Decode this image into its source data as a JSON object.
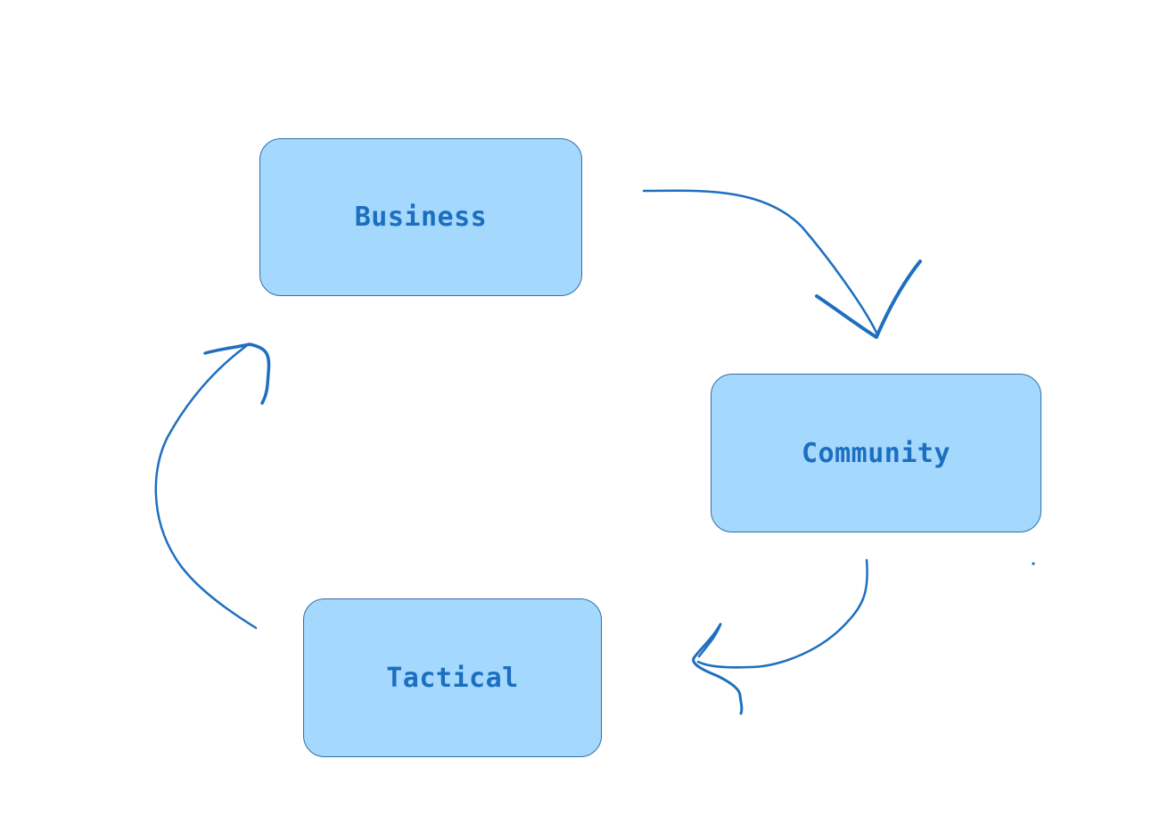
{
  "nodes": {
    "business": {
      "label": "Business"
    },
    "community": {
      "label": "Community"
    },
    "tactical": {
      "label": "Tactical"
    }
  },
  "edges": [
    {
      "from": "Business",
      "to": "Community"
    },
    {
      "from": "Community",
      "to": "Tactical"
    },
    {
      "from": "Tactical",
      "to": "Business"
    }
  ],
  "colors": {
    "node_fill": "#a5d8fd",
    "node_border": "#2f6fa8",
    "label": "#1c6fc0",
    "arrow": "#1f6fbf",
    "background": "#ffffff"
  }
}
